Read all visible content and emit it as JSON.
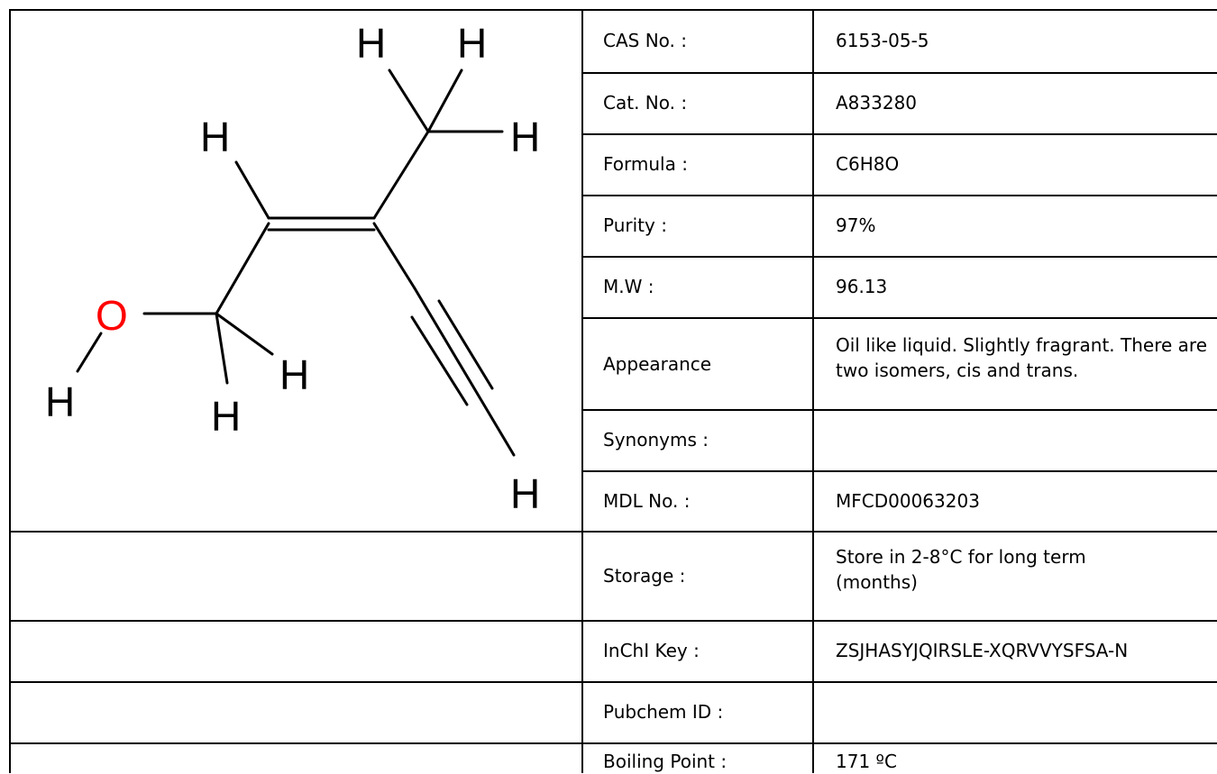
{
  "structure": {
    "atoms": {
      "hydrogen": "H",
      "oxygen": "O"
    },
    "colors": {
      "bond": "#000000",
      "oxygen": "#ff0000"
    }
  },
  "properties": [
    {
      "label": "CAS No. :",
      "value": "6153-05-5"
    },
    {
      "label": "Cat. No. :",
      "value": "A833280"
    },
    {
      "label": "Formula :",
      "value": "C6H8O"
    },
    {
      "label": "Purity :",
      "value": "97%"
    },
    {
      "label": "M.W :",
      "value": "96.13"
    },
    {
      "label": "Appearance",
      "value": "Oil like liquid. Slightly fragrant. There are two isomers, cis and trans."
    },
    {
      "label": "Synonyms :",
      "value": ""
    },
    {
      "label": "MDL No. :",
      "value": "MFCD00063203"
    },
    {
      "label": "Storage :",
      "value": "Store in 2-8°C for long term (months)"
    },
    {
      "label": "InChI Key :",
      "value": "ZSJHASYJQIRSLE-XQRVVYSFSA-N"
    },
    {
      "label": "Pubchem ID :",
      "value": ""
    },
    {
      "label": "Boiling Point :",
      "value": "171 ºC"
    }
  ]
}
